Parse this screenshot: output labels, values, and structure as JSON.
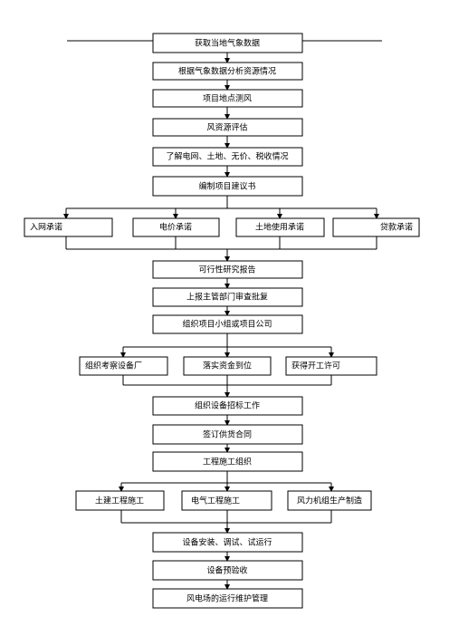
{
  "flow": {
    "steps": [
      "获取当地气象数据",
      "根据气象数据分析资源情况",
      "项目地点测风",
      "风资源评估",
      "了解电网、土地、无价、税收情况",
      "编制项目建议书"
    ],
    "commitments": [
      "入网承诺",
      "电价承诺",
      "土地使用承诺",
      "贷款承诺"
    ],
    "mid_steps": [
      "可行性研究报告",
      "上报主管部门审查批复",
      "组织项目小组或项目公司"
    ],
    "prep": [
      "组织考察设备厂",
      "落实资金到位",
      "获得开工许可"
    ],
    "procure": [
      "组织设备招标工作",
      "签订供货合同",
      "工程施工组织"
    ],
    "construction": [
      "土建工程施工",
      "电气工程施工",
      "风力机组生产制造"
    ],
    "final_steps": [
      "设备安装、调试、试运行",
      "设备预验收",
      "风电场的运行维护管理"
    ]
  }
}
